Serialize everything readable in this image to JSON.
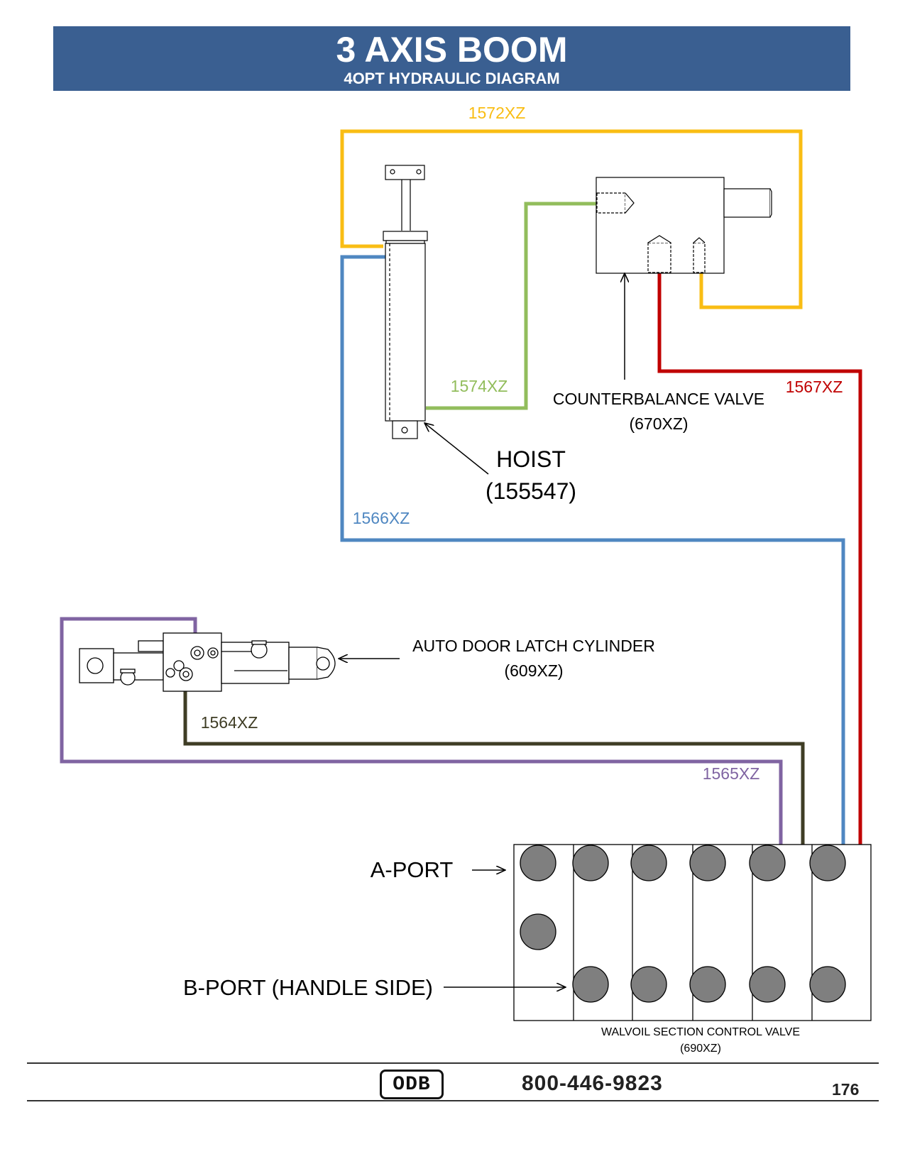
{
  "header": {
    "title": "3 AXIS BOOM",
    "subtitle": "4OPT HYDRAULIC DIAGRAM"
  },
  "colors": {
    "banner": "#3a5f91",
    "hose_1572XZ": "#f9bd14",
    "hose_1574XZ": "#92bd5c",
    "hose_1567XZ": "#c00000",
    "hose_1566XZ": "#4f87c1",
    "hose_1565XZ": "#8064a2",
    "hose_1564XZ": "#3f3d25",
    "port": "#7f7f7f"
  },
  "hoses": {
    "h1572": "1572XZ",
    "h1574": "1574XZ",
    "h1567": "1567XZ",
    "h1566": "1566XZ",
    "h1565": "1565XZ",
    "h1564": "1564XZ"
  },
  "components": {
    "counterbalance_name": "COUNTERBALANCE VALVE",
    "counterbalance_part": "(670XZ)",
    "hoist_name": "HOIST",
    "hoist_part": "(155547)",
    "latch_name": "AUTO DOOR LATCH CYLINDER",
    "latch_part": "(609XZ)",
    "valve_name": "WALVOIL SECTION CONTROL VALVE",
    "valve_part": "(690XZ)"
  },
  "ports": {
    "a_port": "A-PORT",
    "b_port": "B-PORT (HANDLE SIDE)"
  },
  "footer": {
    "logo": "ODB",
    "phone": "800-446-9823",
    "page": "176"
  }
}
